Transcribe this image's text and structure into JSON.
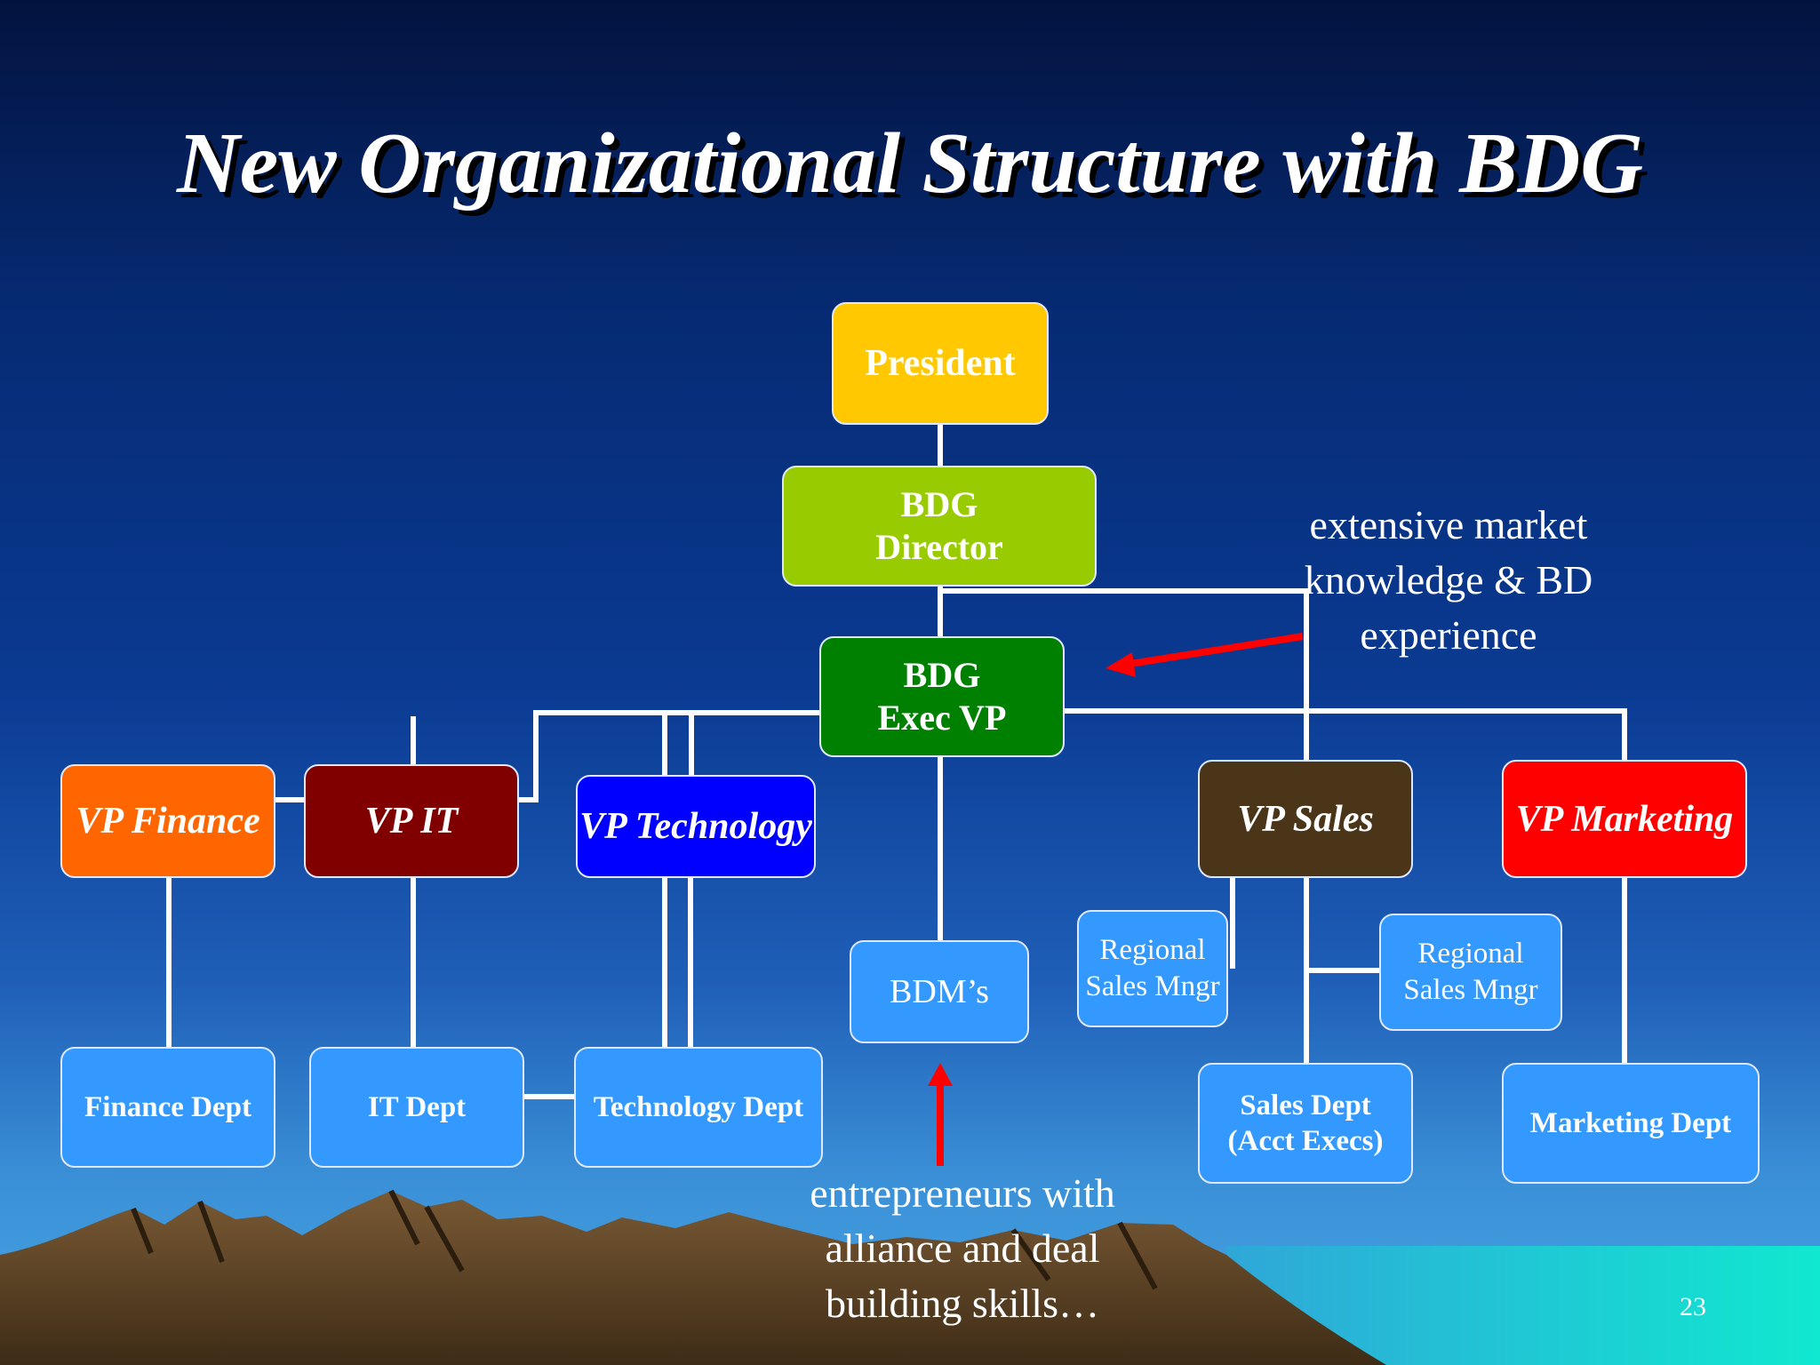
{
  "slide": {
    "title": "New Organizational Structure with BDG",
    "page_number": "23"
  },
  "org": {
    "president": "President",
    "bdg_director": "BDG\nDirector",
    "bdg_exec_vp": "BDG\nExec VP",
    "vp_finance": "VP Finance",
    "vp_it": "VP IT",
    "vp_technology": "VP Technology",
    "vp_sales": "VP Sales",
    "vp_marketing": "VP Marketing",
    "bdms": "BDM’s",
    "regional_sales_mngr_1": "Regional\nSales Mngr",
    "regional_sales_mngr_2": "Regional\nSales Mngr",
    "finance_dept": "Finance Dept",
    "it_dept": "IT Dept",
    "technology_dept": "Technology Dept",
    "sales_dept": "Sales Dept\n(Acct Execs)",
    "marketing_dept": "Marketing Dept"
  },
  "annotations": {
    "market_knowledge": "extensive market\nknowledge & BD\nexperience",
    "entrepreneurs": "entrepreneurs with\nalliance and deal\nbuilding skills…"
  },
  "colors": {
    "president": "#ffc800",
    "bdg_director": "#99cc00",
    "bdg_exec_vp": "#008000",
    "vp_finance": "#ff6600",
    "vp_it": "#800000",
    "vp_technology": "#0000ff",
    "vp_sales": "#4a3518",
    "vp_marketing": "#ff0000",
    "dept": "#3399ff",
    "arrow": "#ff0000",
    "connector": "#ffffff"
  }
}
